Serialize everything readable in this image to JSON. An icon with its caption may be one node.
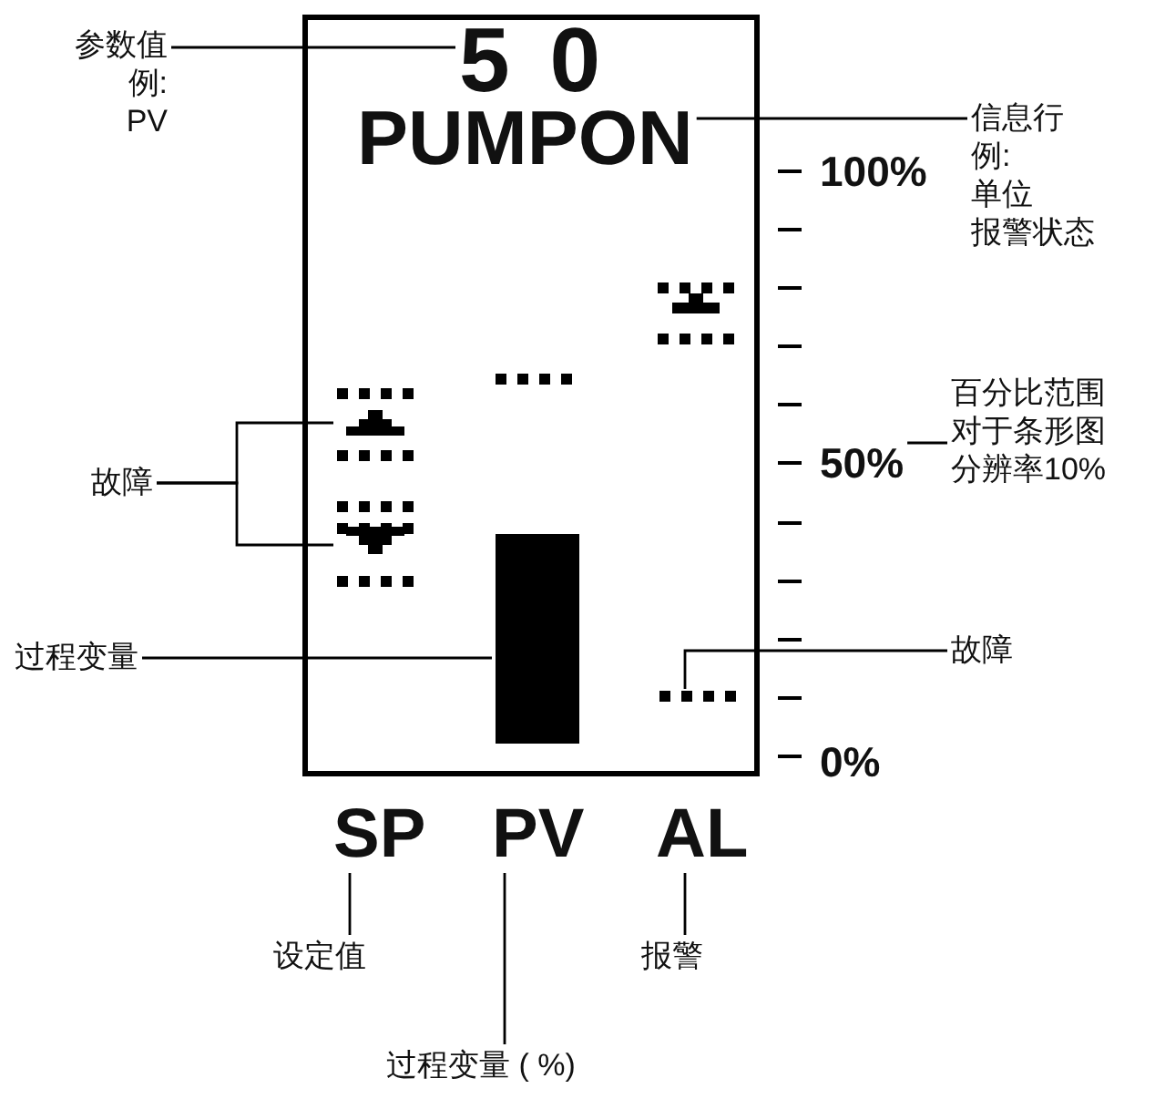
{
  "diagram": {
    "nodes": [
      {
        "text": [],
        "shape": "box"
      },
      {
        "text": [
          "5 0"
        ],
        "in": 0
      },
      {
        "text": [
          "PUMPON"
        ],
        "in": 0
      },
      {
        "text": [
          "参数值",
          "例:",
          "PV"
        ]
      },
      {
        "text": [
          "信息行",
          "例:",
          "单位",
          "报警状态"
        ]
      },
      {
        "text": [],
        "shape": "picture",
        "in": 0
      },
      {
        "text": [],
        "shape": "picture",
        "in": 0
      },
      {
        "text": [
          "50%"
        ]
      },
      {
        "text": [
          "百分比范围对于条形图分辨率10%"
        ]
      },
      {
        "text": [
          "故障"
        ]
      },
      {
        "text": [],
        "shape": "bar",
        "in": 0
      },
      {
        "text": [
          "过程变量"
        ]
      },
      {
        "text": [],
        "shape": "picture",
        "in": 0
      },
      {
        "text": [
          "故障"
        ]
      },
      {
        "text": [
          "SP"
        ]
      },
      {
        "text": [
          "PV"
        ]
      },
      {
        "text": [
          "AL"
        ]
      },
      {
        "text": [
          "设定值"
        ]
      },
      {
        "text": [
          "报警"
        ]
      },
      {
        "text": [
          "过程变量 ( %)"
        ]
      }
    ],
    "edges": [
      {
        "from": 3,
        "to": 1,
        "arrow": "none"
      },
      {
        "from": 4,
        "to": 2,
        "arrow": "none"
      },
      {
        "from": 8,
        "to": 7,
        "arrow": "none"
      },
      {
        "from": 9,
        "to": 5,
        "arrow": "none"
      },
      {
        "from": 9,
        "to": 6,
        "arrow": "none"
      },
      {
        "from": 11,
        "to": 10,
        "arrow": "none"
      },
      {
        "from": 13,
        "to": 12,
        "arrow": "none"
      },
      {
        "from": 14,
        "to": 17,
        "arrow": "none"
      },
      {
        "from": 15,
        "to": 19,
        "arrow": "none"
      },
      {
        "from": 16,
        "to": 18,
        "arrow": "none"
      }
    ],
    "labels": [
      "100%",
      "0%"
    ]
  }
}
